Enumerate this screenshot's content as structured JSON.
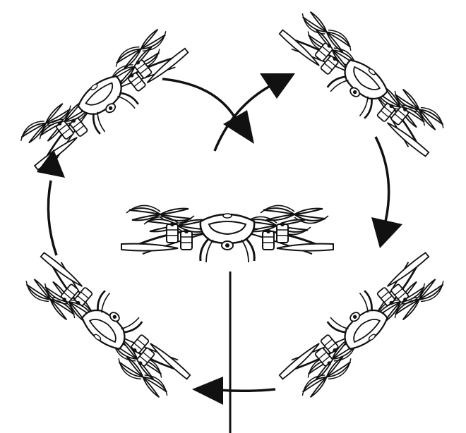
{
  "diagram": {
    "description_text": "",
    "colors": {
      "ink": "#111111",
      "paper": "#ffffff"
    },
    "drones": [
      {
        "id": "center",
        "view": "front"
      },
      {
        "id": "top-left",
        "view": "tilted"
      },
      {
        "id": "top-right",
        "view": "tilted"
      },
      {
        "id": "bottom-right",
        "view": "tilted"
      },
      {
        "id": "bottom-left",
        "view": "tilted"
      }
    ],
    "arrows": [
      {
        "id": "top-left-to-center",
        "direction": "clockwise"
      },
      {
        "id": "center-to-top-right",
        "direction": "up-right"
      },
      {
        "id": "right-side-down",
        "direction": "down"
      },
      {
        "id": "bottom-leftward",
        "direction": "left"
      },
      {
        "id": "left-side-up",
        "direction": "up"
      }
    ],
    "icons": [
      "drone-icon",
      "arrowhead-icon"
    ]
  }
}
